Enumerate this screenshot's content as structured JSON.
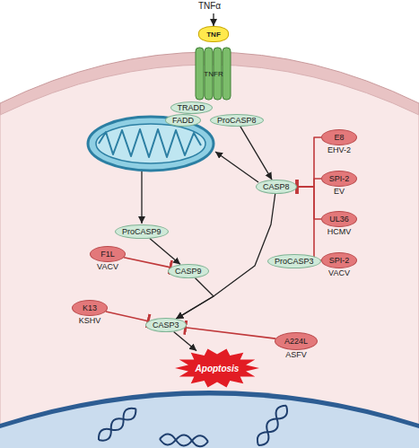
{
  "diagram": {
    "nodes": [
      {
        "text": [
          "TNF"
        ]
      },
      {
        "text": [
          "TNFR"
        ]
      },
      {
        "text": [
          "TRADD"
        ]
      },
      {
        "text": [
          "FADD"
        ]
      },
      {
        "text": [
          "ProCASP8"
        ]
      },
      {
        "text": [
          "CASP8"
        ]
      },
      {
        "text": [
          "ProCASP9"
        ]
      },
      {
        "text": [
          "F1L",
          "VACV"
        ]
      },
      {
        "text": [
          "CASP9"
        ]
      },
      {
        "text": [
          "ProCASP3"
        ]
      },
      {
        "text": [
          "K13",
          "KSHV"
        ]
      },
      {
        "text": [
          "CASP3"
        ]
      },
      {
        "text": [
          "A224L",
          "ASFV"
        ]
      },
      {
        "text": [
          "E8",
          "EHV-2"
        ]
      },
      {
        "text": [
          "SPI-2",
          "EV"
        ]
      },
      {
        "text": [
          "UL36",
          "HCMV"
        ]
      },
      {
        "text": [
          "SPI-2",
          "VACV"
        ]
      },
      {
        "text": [
          "Apoptosis"
        ]
      }
    ],
    "edges": [
      {
        "from": 4,
        "to": 5,
        "arrow": "to"
      },
      {
        "from": 6,
        "to": 8,
        "arrow": "to"
      },
      {
        "from": 8,
        "to": 11,
        "arrow": "to"
      },
      {
        "from": 5,
        "to": 11,
        "arrow": "to"
      },
      {
        "from": 7,
        "to": 8,
        "arrow": "to"
      },
      {
        "from": 10,
        "to": 11,
        "arrow": "to"
      },
      {
        "from": 12,
        "to": 11,
        "arrow": "to"
      },
      {
        "from": 13,
        "to": 5,
        "arrow": "to"
      },
      {
        "from": 14,
        "to": 5,
        "arrow": "to"
      },
      {
        "from": 15,
        "to": 5,
        "arrow": "to"
      },
      {
        "from": 16,
        "to": 5,
        "arrow": "to"
      },
      {
        "from": 11,
        "to": 17,
        "arrow": "to"
      }
    ],
    "labels": [
      "TNFα"
    ]
  }
}
